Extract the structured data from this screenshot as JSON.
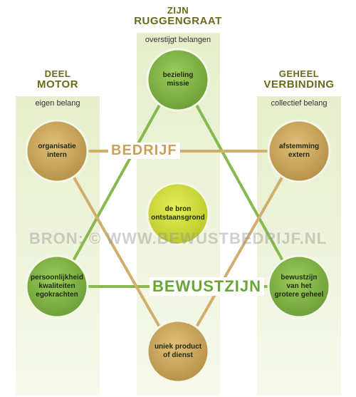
{
  "columns": {
    "left": {
      "title_line1": "DEEL",
      "title_line2": "MOTOR",
      "subtitle": "eigen belang"
    },
    "center": {
      "title_line1": "ZIJN",
      "title_line2": "RUGGENGRAAT",
      "subtitle": "overstijgt belangen"
    },
    "right": {
      "title_line1": "GEHEEL",
      "title_line2": "VERBINDING",
      "subtitle": "collectief belang"
    }
  },
  "nodes": {
    "bezieling": {
      "label": "bezieling\nmissie"
    },
    "organisatie": {
      "label": "organisatie\nintern"
    },
    "afstemming": {
      "label": "afstemming\nextern"
    },
    "bron": {
      "label": "de bron\nontstaansgrond"
    },
    "persoonlijk": {
      "label": "persoonlijkheid\nkwaliteiten\negokrachten"
    },
    "bewustzijn": {
      "label": "bewustzijn\nvan het\ngrotere geheel"
    },
    "uniek": {
      "label": "uniek product\nof dienst"
    }
  },
  "bands": {
    "bedrijf": {
      "label": "BEDRIJF"
    },
    "bewustzijn": {
      "label": "BEWUSTZIJN"
    }
  },
  "watermark": "BRON: © WWW.BEWUSTBEDRIJF.NL",
  "colors": {
    "column_band": "#e9f0d2",
    "title": "#6b6a1c",
    "green_node": "#7fb045",
    "tan_node": "#caa55a",
    "yellow_node": "#cfdc3a",
    "green_line": "#86b94e",
    "tan_line": "#d2ae6c",
    "bedrijf_text": "#c9a25a",
    "bewustzijn_text": "#6aa536"
  }
}
